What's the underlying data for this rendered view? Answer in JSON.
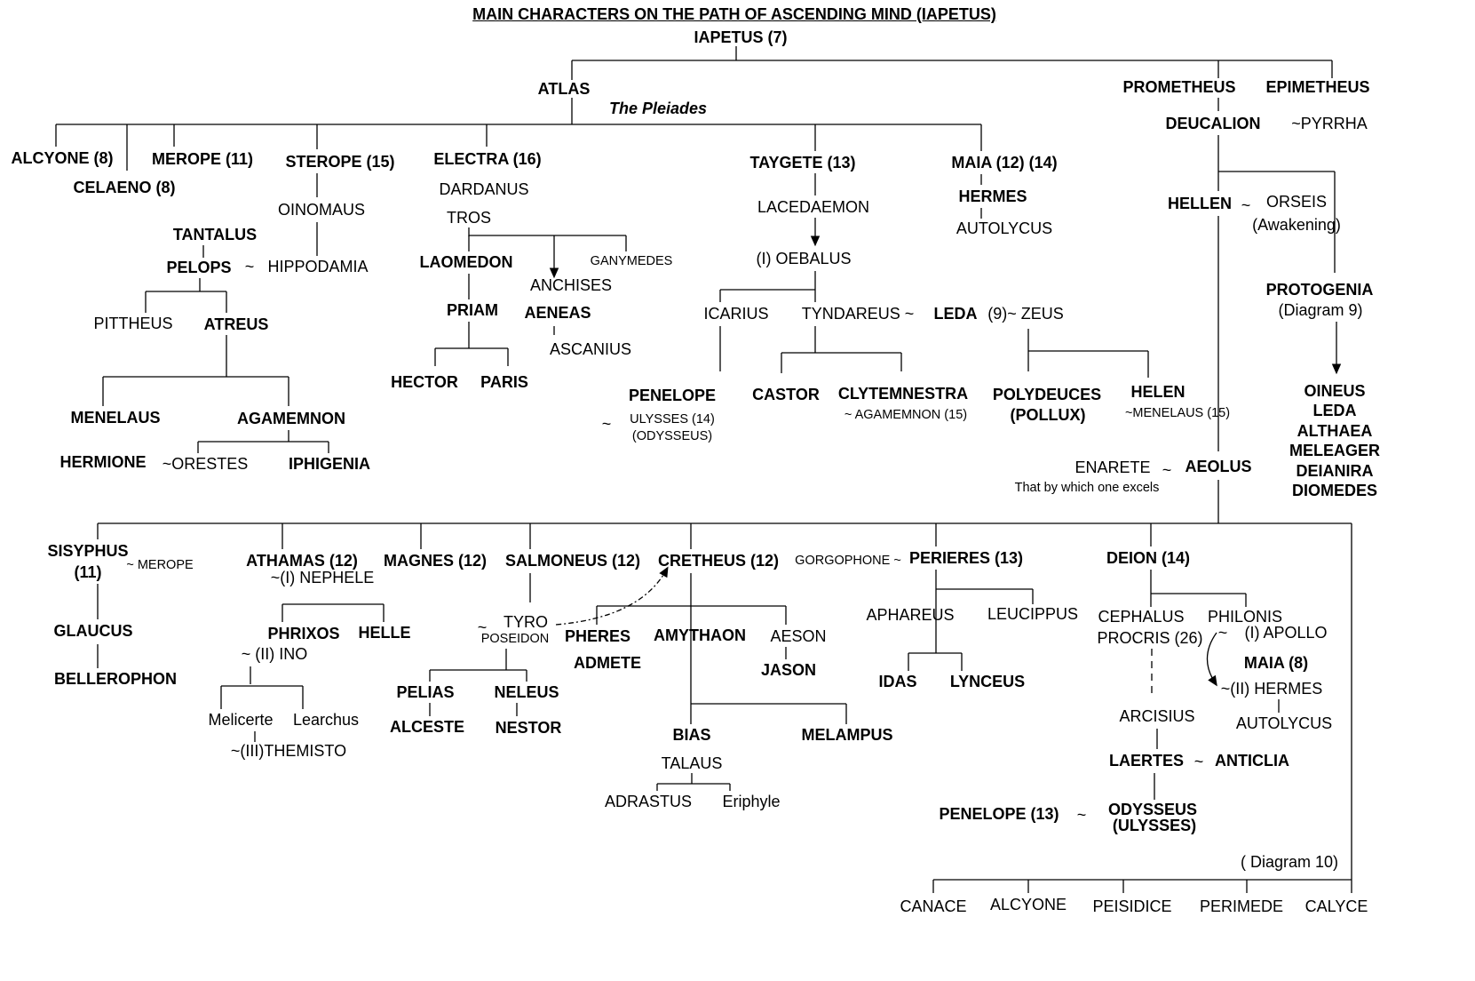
{
  "title": "MAIN CHARACTERS ON THE PATH OF ASCENDING MIND  (IAPETUS)",
  "nodes": {
    "iapetus": "IAPETUS  (7)",
    "atlas": "ATLAS",
    "pleiades": "The Pleiades",
    "prometheus": "PROMETHEUS",
    "epimetheus": "EPIMETHEUS",
    "deucalion": "DEUCALION",
    "pyrrha": "~PYRRHA",
    "alcyone": "ALCYONE (8)",
    "celaeno": "CELAENO (8)",
    "merope": "MEROPE (11)",
    "sterope": "STEROPE (15)",
    "electra": "ELECTRA (16)",
    "dardanus": "DARDANUS",
    "tros": "TROS",
    "oinomaus": "OINOMAUS",
    "tantalus": "TANTALUS",
    "pelops": "PELOPS",
    "pelops_tilde": "~",
    "hippodamia": "HIPPODAMIA",
    "laomedon": "LAOMEDON",
    "ganymedes": "GANYMEDES",
    "anchises": "ANCHISES",
    "priam": "PRIAM",
    "aeneas": "AENEAS",
    "ascanius": "ASCANIUS",
    "pittheus": "PITTHEUS",
    "atreus": "ATREUS",
    "hector": "HECTOR",
    "paris": "PARIS",
    "menelaus": "MENELAUS",
    "agamemnon": "AGAMEMNON",
    "hermione": "HERMIONE",
    "orestes": "~ORESTES",
    "iphigenia": "IPHIGENIA",
    "taygete": "TAYGETE (13)",
    "lacedaemon": "LACEDAEMON",
    "oebalus": "(I) OEBALUS",
    "icarius": "ICARIUS",
    "tyndareus": "TYNDAREUS  ~",
    "leda": "LEDA",
    "leda_zeus": "(9)~ ZEUS",
    "maia_12": "MAIA (12) (14)",
    "hermes": "HERMES",
    "autolycus_1": "AUTOLYCUS",
    "hellen": "HELLEN",
    "hellen_tilde": "~",
    "orseis": "ORSEIS",
    "awakening": "(Awakening)",
    "protogenia": "PROTOGENIA",
    "diagram9": "(Diagram 9)",
    "penelope_1": "PENELOPE",
    "penelope_tilde": "~",
    "ulysses_14": "ULYSSES (14)",
    "odysseus_paren": "(ODYSSEUS)",
    "castor": "CASTOR",
    "clytemnestra": "CLYTEMNESTRA",
    "agamemnon_15": "~  AGAMEMNON (15)",
    "polydeuces": "POLYDEUCES",
    "pollux": "(POLLUX)",
    "helen": "HELEN",
    "menelaus_15": "~MENELAUS (15)",
    "oineus": "OINEUS",
    "leda_2": "LEDA",
    "althaea": "ALTHAEA",
    "meleager": "MELEAGER",
    "deianira": "DEIANIRA",
    "diomedes": "DIOMEDES",
    "enarete": "ENARETE",
    "enarete_tilde": "~",
    "aeolus": "AEOLUS",
    "excels": "That by which one excels",
    "sisyphus": "SISYPHUS",
    "sisyphus_11": "(11)",
    "merope_2": "~  MEROPE",
    "glaucus": "GLAUCUS",
    "bellerophon": "BELLEROPHON",
    "athamas": "ATHAMAS (12)",
    "nephele": "~(I) NEPHELE",
    "magnes": "MAGNES (12)",
    "salmoneus": "SALMONEUS (12)",
    "cretheus": "CRETHEUS (12)",
    "gorgophone": "GORGOPHONE ~",
    "perieres": "PERIERES (13)",
    "deion": "DEION (14)",
    "phrixos": "PHRIXOS",
    "helle": "HELLE",
    "ino": "~  (II) INO",
    "tyro": "TYRO",
    "tyro_tilde": "~",
    "poseidon": "POSEIDON",
    "pheres": "PHERES",
    "admete": "ADMETE",
    "amythaon": "AMYTHAON",
    "aeson": "AESON",
    "jason": "JASON",
    "aphareus": "APHAREUS",
    "leucippus": "LEUCIPPUS",
    "cephalus": "CEPHALUS",
    "procris": "PROCRIS (26)",
    "philonis": "PHILONIS",
    "philonis_tilde": "~",
    "apollo": "(I) APOLLO",
    "maia_8": "MAIA (8)",
    "hermes_2": "~(II) HERMES",
    "autolycus_2": "AUTOLYCUS",
    "melicerte": "Melicerte",
    "learchus": "Learchus",
    "themisto": "~(III)THEMISTO",
    "pelias": "PELIAS",
    "neleus": "NELEUS",
    "alceste": "ALCESTE",
    "nestor": "NESTOR",
    "idas": "IDAS",
    "lynceus": "LYNCEUS",
    "bias": "BIAS",
    "melampus": "MELAMPUS",
    "talaus": "TALAUS",
    "adrastus": "ADRASTUS",
    "eriphyle": "Eriphyle",
    "arcisius": "ARCISIUS",
    "laertes": "LAERTES",
    "laertes_tilde": "~",
    "anticlia": "ANTICLIA",
    "penelope_13": "PENELOPE (13)",
    "penelope_13_tilde": "~",
    "odysseus": "ODYSSEUS",
    "ulysses_paren": "(ULYSSES)",
    "diagram10": "( Diagram 10)",
    "canace": "CANACE",
    "alcyone_2": "ALCYONE",
    "peisidice": "PEISIDICE",
    "perimede": "PERIMEDE",
    "calyce": "CALYCE"
  }
}
